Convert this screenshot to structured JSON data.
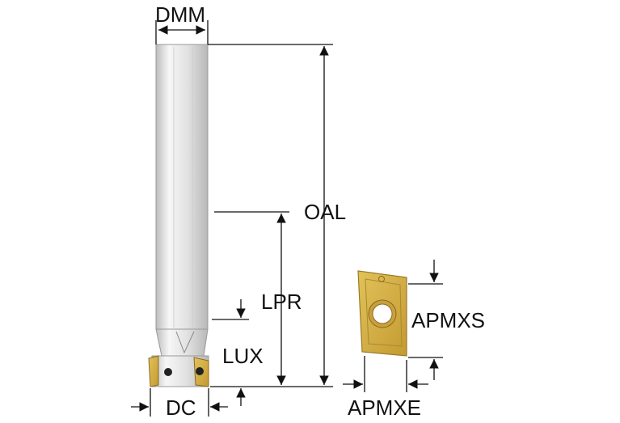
{
  "labels": {
    "dmm": "DMM",
    "oal": "OAL",
    "lpr": "LPR",
    "lux": "LUX",
    "dc": "DC",
    "apmxs": "APMXS",
    "apmxe": "APMXE"
  },
  "colors": {
    "insert": "#d4b045",
    "shank": "#e4e4e4",
    "line": "#111111"
  }
}
